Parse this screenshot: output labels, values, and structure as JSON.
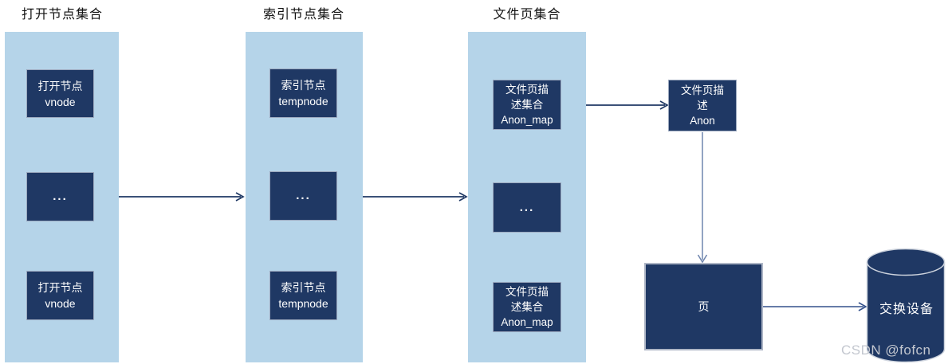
{
  "diagram": {
    "columns": [
      {
        "header": "打开节点集合",
        "boxes": [
          {
            "text": "打开节点\nvnode"
          },
          {
            "text": "..."
          },
          {
            "text": "打开节点\nvnode"
          }
        ]
      },
      {
        "header": "索引节点集合",
        "boxes": [
          {
            "text": "索引节点\ntempnode"
          },
          {
            "text": "..."
          },
          {
            "text": "索引节点\ntempnode"
          }
        ]
      },
      {
        "header": "文件页集合",
        "boxes": [
          {
            "text": "文件页描\n述集合\nAnon_map"
          },
          {
            "text": "..."
          },
          {
            "text": "文件页描\n述集合\nAnon_map"
          }
        ]
      }
    ],
    "anon_node": {
      "text": "文件页描\n述\nAnon"
    },
    "page_node": {
      "text": "页"
    },
    "swap_device": {
      "text": "交换设备"
    },
    "watermark": "CSDN @fofcn",
    "colors": {
      "column_fill": "#b5d4e9",
      "node_fill": "#1f3864",
      "node_border": "#9ba8be",
      "arrow_dark": "#1f3864",
      "arrow_slate": "#6f85ae",
      "arrow_mid": "#33518c"
    }
  }
}
